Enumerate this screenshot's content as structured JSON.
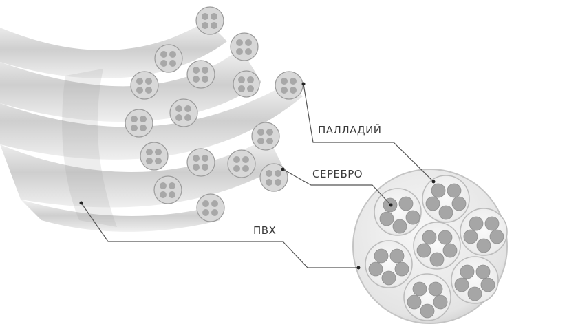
{
  "diagram": {
    "type": "cable-cross-section",
    "labels": {
      "palladium": "ПАЛЛАДИЙ",
      "silver": "СЕРЕБРО",
      "pvc": "ПВХ"
    },
    "colors": {
      "background": "#ffffff",
      "jacket": "#e6e6e6",
      "strand": "#a8a8a8",
      "leader_line": "#555555",
      "text": "#3a3a3a"
    },
    "cross_section": {
      "outer_jacket": "1",
      "bundles": 7,
      "strands_per_bundle": 5
    }
  }
}
